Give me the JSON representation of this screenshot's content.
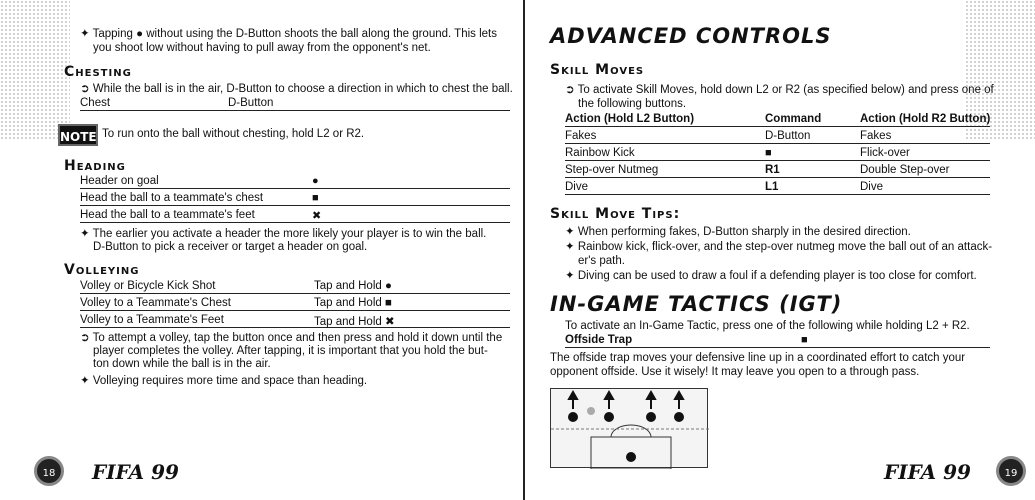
{
  "left": {
    "bullet1_line1": "✦ Tapping ● without using the D-Button shoots the ball along the ground. This lets",
    "bullet1_line2": "you shoot low without having to pull away from the opponent's net.",
    "chesting": {
      "heading": "Chesting",
      "desc": "➲ While the ball is in the air, D-Button to choose a direction in which to chest the ball.",
      "row": {
        "action": "Chest",
        "button": "D-Button"
      }
    },
    "note": {
      "badge": "NOTE",
      "text": "To run onto the ball without chesting, hold L2 or R2."
    },
    "heading_section": {
      "heading": "Heading",
      "rows": [
        {
          "action": "Header on goal",
          "button": "●"
        },
        {
          "action": "Head the ball to a teammate's chest",
          "button": "■"
        },
        {
          "action": "Head the ball to a teammate's feet",
          "button": "✖"
        }
      ],
      "tip_line1": "✦ The earlier you activate a header the more likely your player is to win the ball.",
      "tip_line2": "D-Button to pick a receiver or target a header on goal."
    },
    "volleying": {
      "heading": "Volleying",
      "rows": [
        {
          "action": "Volley or Bicycle Kick Shot",
          "button": "Tap and Hold ●"
        },
        {
          "action": "Volley to a Teammate's Chest",
          "button": "Tap and Hold ■"
        },
        {
          "action": "Volley to a Teammate's Feet",
          "button": "Tap and Hold ✖"
        }
      ],
      "desc_line1": "➲ To attempt a volley, tap the button once and then press and hold it down until the",
      "desc_line2": "player completes the volley. After tapping, it is important that you hold the but-",
      "desc_line3": "ton down while the ball is in the air.",
      "tip": "✦ Volleying requires more time and space than heading."
    },
    "footer": {
      "page": "18",
      "logo": "FIFA 99"
    }
  },
  "right": {
    "title": "ADVANCED CONTROLS",
    "skill_moves": {
      "heading": "Skill Moves",
      "desc_line1": "➲ To activate Skill Moves, hold down L2 or R2 (as specified below) and press one of",
      "desc_line2": "the following buttons.",
      "header": {
        "col1": "Action (Hold L2 Button)",
        "col2": "Command",
        "col3": "Action (Hold R2 Button)"
      },
      "rows": [
        {
          "a": "Fakes",
          "b": "D-Button",
          "c": "Fakes"
        },
        {
          "a": "Rainbow Kick",
          "b": "■",
          "c": "Flick-over"
        },
        {
          "a": "Step-over Nutmeg",
          "b": "R1",
          "c": "Double Step-over"
        },
        {
          "a": "Dive",
          "b": "L1",
          "c": "Dive"
        }
      ]
    },
    "skill_tips": {
      "heading": "Skill Move Tips:",
      "tips": [
        "✦ When performing fakes, D-Button sharply in the desired direction.",
        "✦ Rainbow kick, flick-over, and the step-over nutmeg move the ball out of an attack-",
        "er's path.",
        "✦ Diving can be used to draw a foul if a defending player is too close for comfort."
      ]
    },
    "igt": {
      "title": "IN-GAME TACTICS (IGT)",
      "desc": "To activate an In-Game Tactic, press one of the following while holding L2 + R2.",
      "row": {
        "action": "Offside Trap",
        "button": "■"
      },
      "para_line1": "The offside trap moves your defensive line up in a coordinated effort to catch your",
      "para_line2": "opponent offside. Use it wisely! It may leave you open to a through pass."
    },
    "footer": {
      "page": "19",
      "logo": "FIFA 99"
    }
  }
}
